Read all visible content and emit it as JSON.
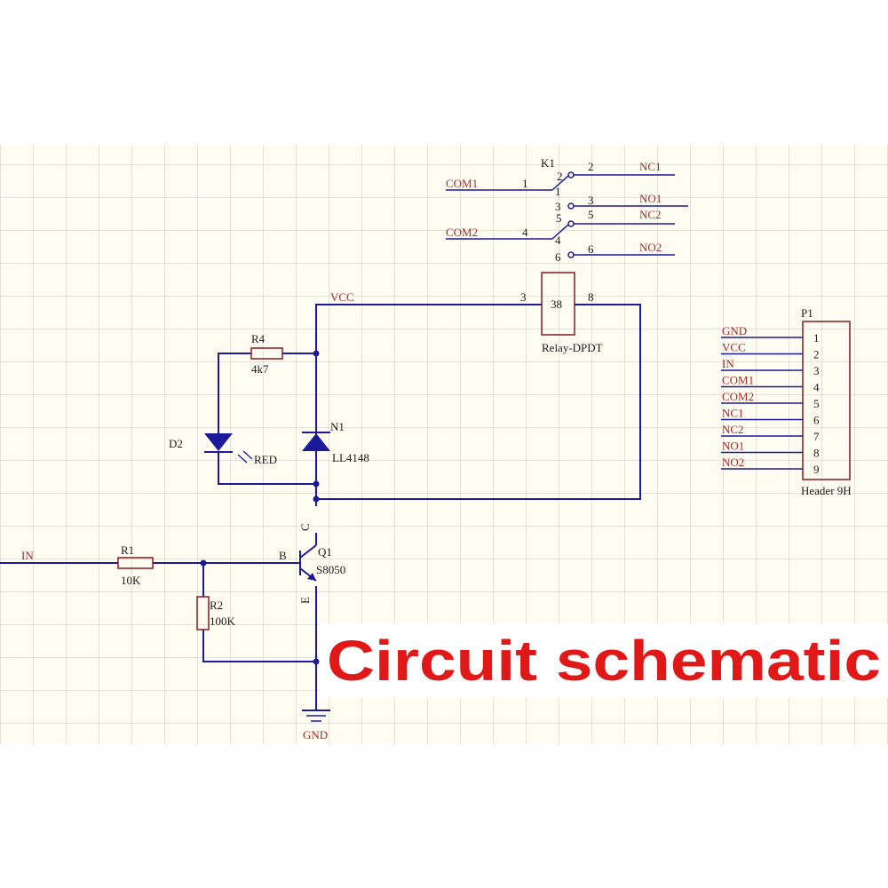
{
  "caption": "Circuit schematic",
  "nets": {
    "in": "IN",
    "vcc": "VCC",
    "gnd": "GND",
    "com1": "COM1",
    "com2": "COM2",
    "nc1": "NC1",
    "no1": "NO1",
    "nc2": "NC2",
    "no2": "NO2"
  },
  "components": {
    "r1": {
      "ref": "R1",
      "value": "10K"
    },
    "r2": {
      "ref": "R2",
      "value": "100K"
    },
    "r4": {
      "ref": "R4",
      "value": "4k7"
    },
    "d2": {
      "ref": "D2",
      "value": "RED"
    },
    "n1": {
      "ref": "N1",
      "value": "LL4148"
    },
    "q1": {
      "ref": "Q1",
      "value": "S8050",
      "pin_b": "B",
      "pin_c": "C",
      "pin_e": "E"
    },
    "k1": {
      "ref": "K1",
      "value": "Relay-DPDT",
      "coil_label": "38",
      "coil_pin_a": "3",
      "coil_pin_b": "8"
    },
    "p1": {
      "ref": "P1",
      "value": "Header 9H"
    }
  },
  "relay_pins": [
    "1",
    "2",
    "3",
    "4",
    "5",
    "6"
  ],
  "relay_contact_marks": [
    "2",
    "1",
    "3",
    "5",
    "4",
    "6"
  ],
  "header_pins": [
    {
      "net": "GND",
      "num": "1"
    },
    {
      "net": "VCC",
      "num": "2"
    },
    {
      "net": "IN",
      "num": "3"
    },
    {
      "net": "COM1",
      "num": "4"
    },
    {
      "net": "COM2",
      "num": "5"
    },
    {
      "net": "NC1",
      "num": "6"
    },
    {
      "net": "NC2",
      "num": "7"
    },
    {
      "net": "NO1",
      "num": "8"
    },
    {
      "net": "NO2",
      "num": "9"
    }
  ],
  "colors": {
    "wire": "#1a1a9a",
    "part_outline": "#8a1a1a",
    "net_label": "#a52a2a",
    "caption": "#e01818",
    "sheet_background": "#fffdf2",
    "grid": "#c8c8c8"
  }
}
